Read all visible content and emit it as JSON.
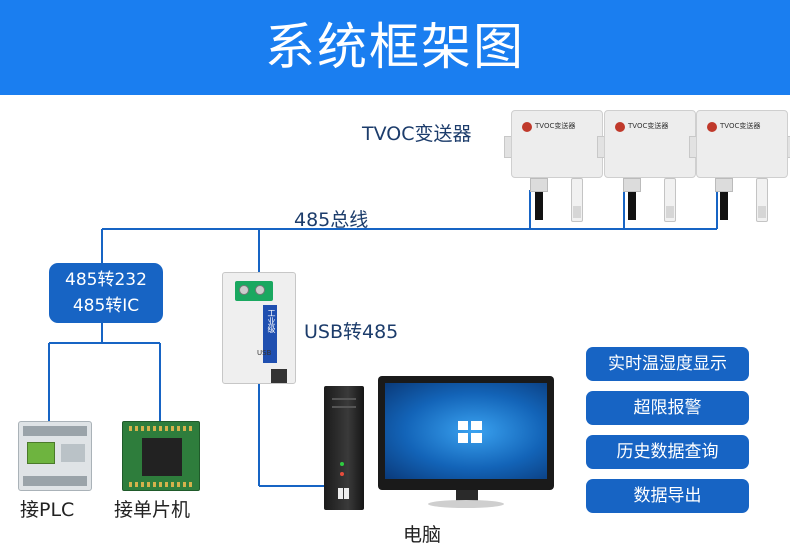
{
  "header": {
    "title": "系统框架图"
  },
  "colors": {
    "header_bg": "#1a7ef0",
    "line": "#1764c4",
    "box": "#1764c4"
  },
  "devices": {
    "tvoc_label": "TVOC变送器",
    "tvoc_brand": "TVOC变送器",
    "bus_label": "485总线",
    "converter_lines": [
      "485转232",
      "485转IC"
    ],
    "usb_label": "USB转485",
    "usb_stripe_text": "工业级",
    "usb_port_text": "USB",
    "plc_label": "接PLC",
    "mcu_label": "接单片机",
    "pc_label": "电脑"
  },
  "features": [
    "实时温湿度显示",
    "超限报警",
    "历史数据查询",
    "数据导出"
  ],
  "icons": [
    "tvoc-transmitter-icon",
    "usb-converter-icon",
    "plc-icon",
    "microcontroller-icon",
    "pc-tower-icon",
    "monitor-icon",
    "windows-logo-icon"
  ]
}
